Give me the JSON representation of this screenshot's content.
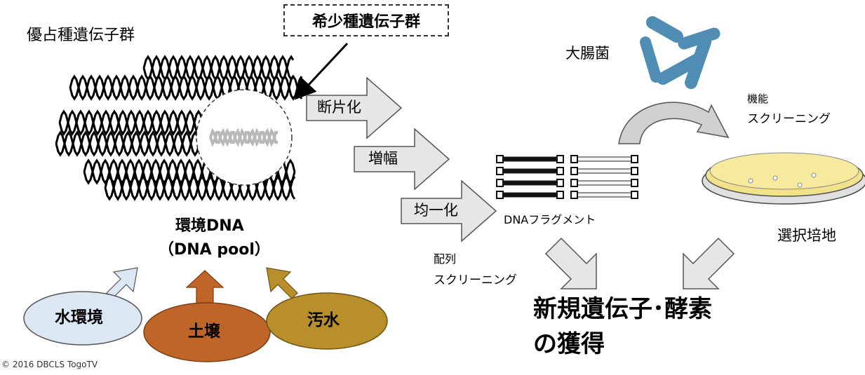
{
  "labels": {
    "dominant_genes": "優占種遺伝子群",
    "rare_genes": "希少種遺伝子群",
    "env_dna": "環境DNA",
    "dna_pool": "（DNA pool）",
    "fragmentation": "断片化",
    "amplification": "増幅",
    "normalization": "均一化",
    "ecoli": "大腸菌",
    "functional_screening_1": "機能",
    "functional_screening_2": "スクリーニング",
    "dna_fragments": "DNAフラグメント",
    "selective_medium": "選択培地",
    "sequence_screening_1": "配列",
    "sequence_screening_2": "スクリーニング",
    "result_1": "新規遺伝子･酵素",
    "result_2": "の獲得",
    "source_water": "水環境",
    "source_soil": "土壌",
    "source_sewage": "汚水",
    "copyright": "© 2016 DBCLS TogoTV"
  },
  "colors": {
    "water": "#dbe8f4",
    "soil": "#c0652a",
    "sewage": "#b88f2a",
    "ecoli": "#4f8db5",
    "arrow_grey": "#e6e6e6",
    "arrow_border": "#555555",
    "plate_fill": "#f2e28a",
    "rare_dna": "#b8b8b8"
  },
  "icons": [
    "dna-helix-icon",
    "ecoli-bacteria-icon",
    "petri-dish-icon",
    "block-arrow-icon"
  ]
}
